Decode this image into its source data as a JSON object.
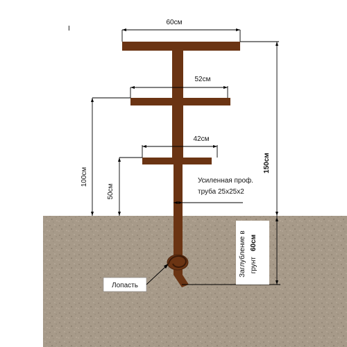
{
  "diagram": {
    "corner_mark": "I",
    "dims": {
      "top_bar_width": "60см",
      "mid_bar_width": "52см",
      "low_bar_width": "42см",
      "height_100": "100см",
      "height_50": "50см",
      "height_150": "150см",
      "depth_line1": "Заглубление в",
      "depth_line2": "грунт",
      "depth_value": "60см"
    },
    "labels": {
      "pipe_line1": "Усиленная проф.",
      "pipe_line2": "труба 25х25х2",
      "blade": "Лопасть"
    },
    "colors": {
      "wood": "#6b3413",
      "wood_dark": "#4a220b",
      "ground": "#a79a89",
      "ground_speck": "#8c7f70",
      "sky": "#ffffff"
    }
  }
}
